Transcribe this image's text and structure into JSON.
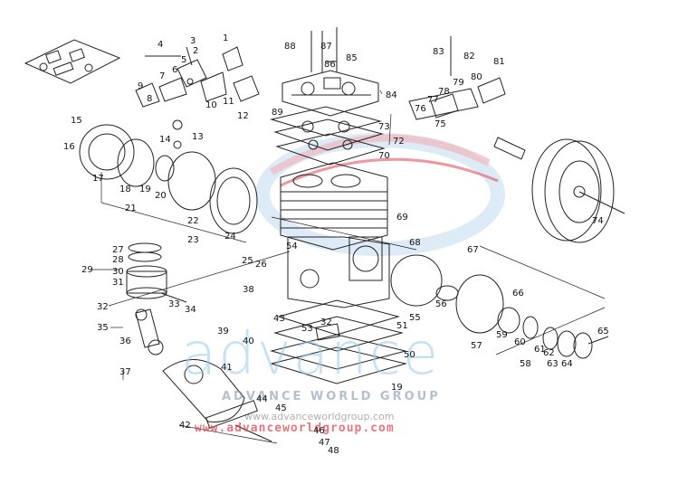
{
  "watermark": {
    "brand": "advance",
    "group": "ADVANCE WORLD GROUP",
    "url_plain": "www.advanceworldgroup.com",
    "url_red": "www.advanceworldgroup.com",
    "colors": {
      "blue": "#8ec6ea",
      "red": "#dc3c46",
      "grey": "#8296af"
    }
  },
  "part_labels": {
    "n1": "1",
    "n2": "2",
    "n3": "3",
    "n4": "4",
    "n5": "5",
    "n6": "6",
    "n7": "7",
    "n8": "8",
    "n9": "9",
    "n10": "10",
    "n11": "11",
    "n12": "12",
    "n13": "13",
    "n14": "14",
    "n15": "15",
    "n16": "16",
    "n17": "17",
    "n18": "18",
    "n19": "19",
    "n20": "20",
    "n21": "21",
    "n22": "22",
    "n23": "23",
    "n24": "24",
    "n25": "25",
    "n26": "26",
    "n27": "27",
    "n28": "28",
    "n29": "29",
    "n30": "30",
    "n31": "31",
    "n32": "32",
    "n33": "33",
    "n34": "34",
    "n35": "35",
    "n36": "36",
    "n37": "37",
    "n38": "38",
    "n39": "39",
    "n40": "40",
    "n41": "41",
    "n42": "42",
    "n43": "43",
    "n44": "44",
    "n45": "45",
    "n46": "46",
    "n47": "47",
    "n48": "48",
    "n50": "50",
    "n51": "51",
    "n53": "53",
    "n54": "54",
    "n55": "55",
    "n56": "56",
    "n57": "57",
    "n58": "58",
    "n59": "59",
    "n60": "60",
    "n61": "61",
    "n62": "62",
    "n63": "63",
    "n64": "64",
    "n65": "65",
    "n66": "66",
    "n67": "67",
    "n68": "68",
    "n69": "69",
    "n70": "70",
    "n72": "72",
    "n73": "73",
    "n74": "74",
    "n75": "75",
    "n76": "76",
    "n77": "77",
    "n78": "78",
    "n79": "79",
    "n80": "80",
    "n81": "81",
    "n82": "82",
    "n83": "83",
    "n84": "84",
    "n85": "85",
    "n86": "86",
    "n87": "87",
    "n88": "88",
    "n89": "89"
  }
}
